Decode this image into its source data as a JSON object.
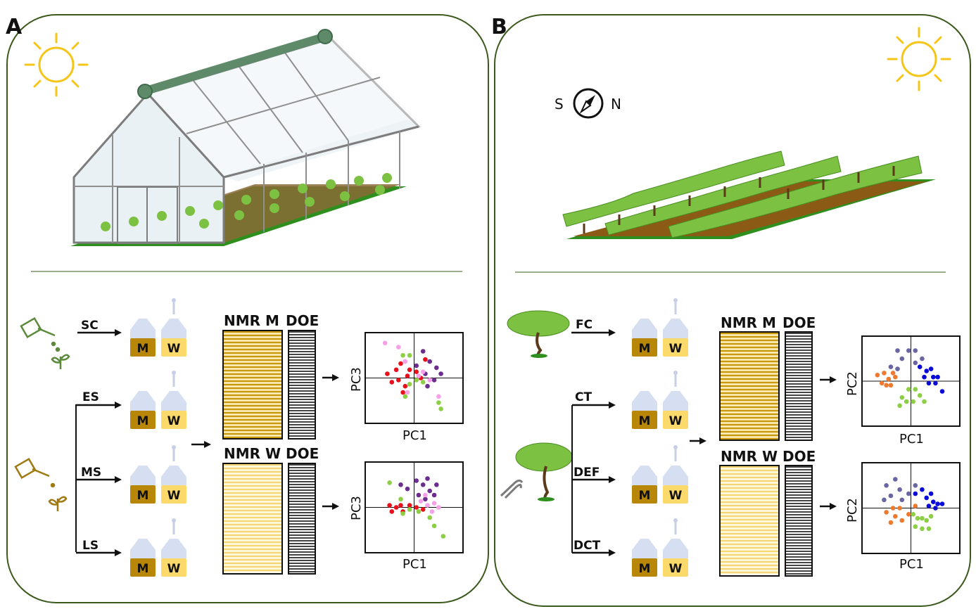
{
  "panels": {
    "a": {
      "label": "A"
    },
    "b": {
      "label": "B"
    }
  },
  "compass": {
    "left": "S",
    "right": "N"
  },
  "panel_a": {
    "treatments": [
      "SC",
      "ES",
      "MS",
      "LS"
    ],
    "jars": {
      "m": "M",
      "w": "W"
    },
    "top": {
      "header_nmr": "NMR M",
      "header_doe": "DOE",
      "xlabel": "PC1",
      "ylabel": "PC3"
    },
    "bottom": {
      "header_nmr": "NMR W",
      "header_doe": "DOE",
      "xlabel": "PC1",
      "ylabel": "PC3"
    }
  },
  "panel_b": {
    "treatments": [
      "FC",
      "CT",
      "DEF",
      "DCT"
    ],
    "jars": {
      "m": "M",
      "w": "W"
    },
    "top": {
      "header_nmr": "NMR M",
      "header_doe": "DOE",
      "xlabel": "PC1",
      "ylabel": "PC2"
    },
    "bottom": {
      "header_nmr": "NMR W",
      "header_doe": "DOE",
      "xlabel": "PC1",
      "ylabel": "PC2"
    }
  },
  "colors": {
    "frame": "#3d5a1e",
    "sun": "#f5c518",
    "jar_m": "#b88708",
    "jar_w": "#fbd96a",
    "stripe_dark": "#c8980f",
    "stripe_light": "#f6d775",
    "red": "#e8101a",
    "purple": "#6b2d8e",
    "pink": "#f7a1e8",
    "lime": "#8ccf45",
    "navy": "#6a66a3",
    "blue": "#0b0bd8",
    "orange": "#ee7a30"
  },
  "chart_data": [
    {
      "type": "scatter",
      "xlabel": "PC1",
      "ylabel": "PC3",
      "xlim": [
        -1,
        1
      ],
      "ylim": [
        -1,
        1
      ],
      "series": [
        {
          "color": "red",
          "points": [
            [
              -0.6,
              0.1
            ],
            [
              -0.5,
              -0.1
            ],
            [
              -0.4,
              0.2
            ],
            [
              -0.35,
              -0.05
            ],
            [
              -0.3,
              0.35
            ],
            [
              -0.2,
              -0.2
            ],
            [
              -0.25,
              -0.35
            ],
            [
              -0.15,
              0.05
            ],
            [
              -0.1,
              0.2
            ],
            [
              0.05,
              0.15
            ],
            [
              0.25,
              0.45
            ],
            [
              0.15,
              0.0
            ]
          ]
        },
        {
          "color": "purple",
          "points": [
            [
              0.2,
              0.65
            ],
            [
              0.35,
              0.4
            ],
            [
              0.5,
              0.25
            ],
            [
              0.6,
              0.1
            ],
            [
              0.45,
              -0.05
            ],
            [
              0.3,
              -0.2
            ],
            [
              0.05,
              0.3
            ],
            [
              0.25,
              0.1
            ]
          ]
        },
        {
          "color": "pink",
          "points": [
            [
              -0.65,
              0.85
            ],
            [
              -0.35,
              0.75
            ],
            [
              -0.2,
              0.4
            ],
            [
              0.1,
              0.05
            ],
            [
              0.2,
              0.15
            ],
            [
              -0.15,
              -0.35
            ],
            [
              0.55,
              -0.45
            ],
            [
              0.35,
              -0.05
            ]
          ]
        },
        {
          "color": "lime",
          "points": [
            [
              -0.25,
              0.55
            ],
            [
              -0.1,
              -0.15
            ],
            [
              0.05,
              -0.05
            ],
            [
              0.2,
              -0.1
            ],
            [
              0.55,
              -0.6
            ],
            [
              0.6,
              -0.75
            ],
            [
              -0.1,
              0.55
            ],
            [
              -0.2,
              -0.45
            ]
          ]
        }
      ]
    },
    {
      "type": "scatter",
      "xlabel": "PC1",
      "ylabel": "PC3",
      "xlim": [
        -1,
        1
      ],
      "ylim": [
        -1,
        1
      ],
      "series": [
        {
          "color": "red",
          "points": [
            [
              -0.55,
              0.05
            ],
            [
              -0.5,
              -0.1
            ],
            [
              -0.4,
              0.0
            ],
            [
              -0.3,
              0.05
            ],
            [
              -0.25,
              -0.1
            ],
            [
              -0.1,
              0.05
            ],
            [
              0.05,
              0.0
            ],
            [
              0.2,
              -0.05
            ]
          ]
        },
        {
          "color": "purple",
          "points": [
            [
              -0.3,
              0.55
            ],
            [
              -0.15,
              0.45
            ],
            [
              0.05,
              0.65
            ],
            [
              0.1,
              0.3
            ],
            [
              0.2,
              0.55
            ],
            [
              0.25,
              0.2
            ],
            [
              0.35,
              0.4
            ],
            [
              0.3,
              0.7
            ],
            [
              0.45,
              0.3
            ],
            [
              0.5,
              0.55
            ]
          ]
        },
        {
          "color": "pink",
          "points": [
            [
              0.15,
              0.15
            ],
            [
              0.3,
              0.05
            ],
            [
              0.45,
              0.1
            ],
            [
              0.55,
              0.0
            ],
            [
              0.4,
              -0.1
            ],
            [
              0.25,
              0.3
            ]
          ]
        },
        {
          "color": "lime",
          "points": [
            [
              -0.55,
              0.6
            ],
            [
              -0.3,
              0.2
            ],
            [
              -0.25,
              -0.15
            ],
            [
              0.1,
              -0.1
            ],
            [
              0.35,
              -0.25
            ],
            [
              0.45,
              -0.45
            ],
            [
              0.65,
              -0.7
            ],
            [
              -0.1,
              -0.05
            ]
          ]
        }
      ]
    },
    {
      "type": "scatter",
      "xlabel": "PC1",
      "ylabel": "PC2",
      "xlim": [
        -1,
        1
      ],
      "ylim": [
        -1,
        1
      ],
      "series": [
        {
          "color": "navy",
          "points": [
            [
              -0.3,
              0.75
            ],
            [
              -0.05,
              0.75
            ],
            [
              0.1,
              0.75
            ],
            [
              -0.2,
              0.55
            ],
            [
              0.25,
              0.55
            ],
            [
              0.1,
              0.45
            ],
            [
              -0.45,
              0.35
            ],
            [
              -0.3,
              0.3
            ]
          ]
        },
        {
          "color": "blue",
          "points": [
            [
              0.2,
              0.35
            ],
            [
              0.35,
              0.25
            ],
            [
              0.45,
              0.3
            ],
            [
              0.5,
              0.1
            ],
            [
              0.6,
              0.1
            ],
            [
              0.4,
              -0.05
            ],
            [
              0.55,
              -0.05
            ],
            [
              0.7,
              -0.25
            ],
            [
              0.3,
              0.1
            ]
          ]
        },
        {
          "color": "orange",
          "points": [
            [
              -0.75,
              0.15
            ],
            [
              -0.6,
              0.2
            ],
            [
              -0.5,
              0.05
            ],
            [
              -0.4,
              0.2
            ],
            [
              -0.65,
              -0.05
            ],
            [
              -0.55,
              -0.1
            ],
            [
              -0.45,
              -0.1
            ],
            [
              -0.35,
              0.1
            ]
          ]
        },
        {
          "color": "lime",
          "points": [
            [
              -0.05,
              -0.2
            ],
            [
              0.1,
              -0.2
            ],
            [
              0.2,
              -0.35
            ],
            [
              -0.2,
              -0.4
            ],
            [
              -0.1,
              -0.5
            ],
            [
              0.05,
              -0.5
            ],
            [
              0.3,
              -0.5
            ],
            [
              -0.25,
              -0.6
            ]
          ]
        }
      ]
    },
    {
      "type": "scatter",
      "xlabel": "PC1",
      "ylabel": "PC2",
      "xlim": [
        -1,
        1
      ],
      "ylim": [
        -1,
        1
      ],
      "series": [
        {
          "color": "navy",
          "points": [
            [
              -0.55,
              0.55
            ],
            [
              -0.35,
              0.7
            ],
            [
              -0.25,
              0.45
            ],
            [
              -0.45,
              0.3
            ],
            [
              -0.2,
              0.2
            ],
            [
              -0.6,
              0.2
            ],
            [
              -0.05,
              0.35
            ],
            [
              0.1,
              0.55
            ]
          ]
        },
        {
          "color": "blue",
          "points": [
            [
              0.1,
              0.35
            ],
            [
              0.25,
              0.45
            ],
            [
              0.35,
              0.25
            ],
            [
              0.45,
              0.35
            ],
            [
              0.5,
              0.15
            ],
            [
              0.6,
              0.1
            ],
            [
              0.4,
              0.05
            ],
            [
              0.7,
              0.1
            ],
            [
              0.55,
              0.0
            ]
          ]
        },
        {
          "color": "orange",
          "points": [
            [
              -0.4,
              0.0
            ],
            [
              -0.25,
              0.0
            ],
            [
              -0.55,
              -0.1
            ],
            [
              -0.35,
              -0.2
            ],
            [
              -0.45,
              -0.35
            ],
            [
              -0.2,
              -0.3
            ],
            [
              -0.05,
              -0.15
            ],
            [
              0.1,
              0.05
            ]
          ]
        },
        {
          "color": "lime",
          "points": [
            [
              0.05,
              -0.15
            ],
            [
              0.15,
              -0.25
            ],
            [
              0.25,
              -0.25
            ],
            [
              0.35,
              -0.3
            ],
            [
              0.45,
              -0.2
            ],
            [
              0.1,
              -0.45
            ],
            [
              0.25,
              -0.5
            ],
            [
              0.4,
              -0.5
            ]
          ]
        }
      ]
    }
  ]
}
